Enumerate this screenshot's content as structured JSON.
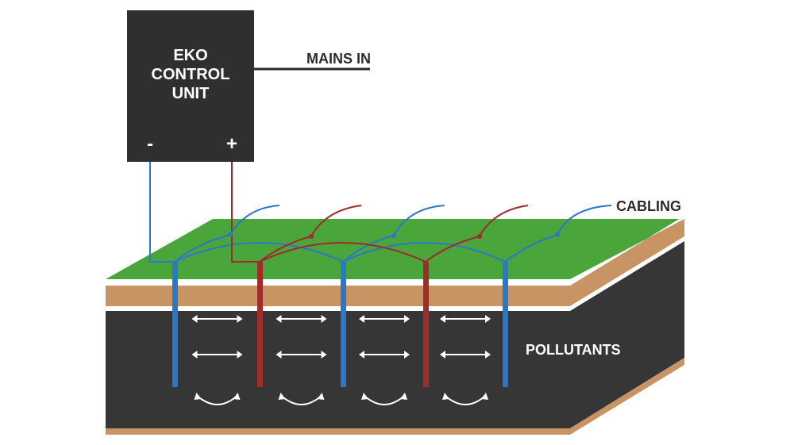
{
  "control_unit": {
    "title_lines": [
      "EKO",
      "CONTROL",
      "UNIT"
    ],
    "negative_symbol": "-",
    "positive_symbol": "+"
  },
  "labels": {
    "mains_in": "MAINS IN",
    "cabling": "CABLING",
    "pollutants": "POLLUTANTS"
  },
  "electrodes": [
    {
      "polarity": "negative"
    },
    {
      "polarity": "positive"
    },
    {
      "polarity": "negative"
    },
    {
      "polarity": "positive"
    },
    {
      "polarity": "negative"
    }
  ],
  "colors": {
    "control_unit": "#2f2f2f",
    "negative_cable": "#2a78c8",
    "positive_cable": "#a12a2a",
    "grass": "#4aa53a",
    "soil": "#363636",
    "clay": "#c89464",
    "arrows": "#ffffff"
  }
}
